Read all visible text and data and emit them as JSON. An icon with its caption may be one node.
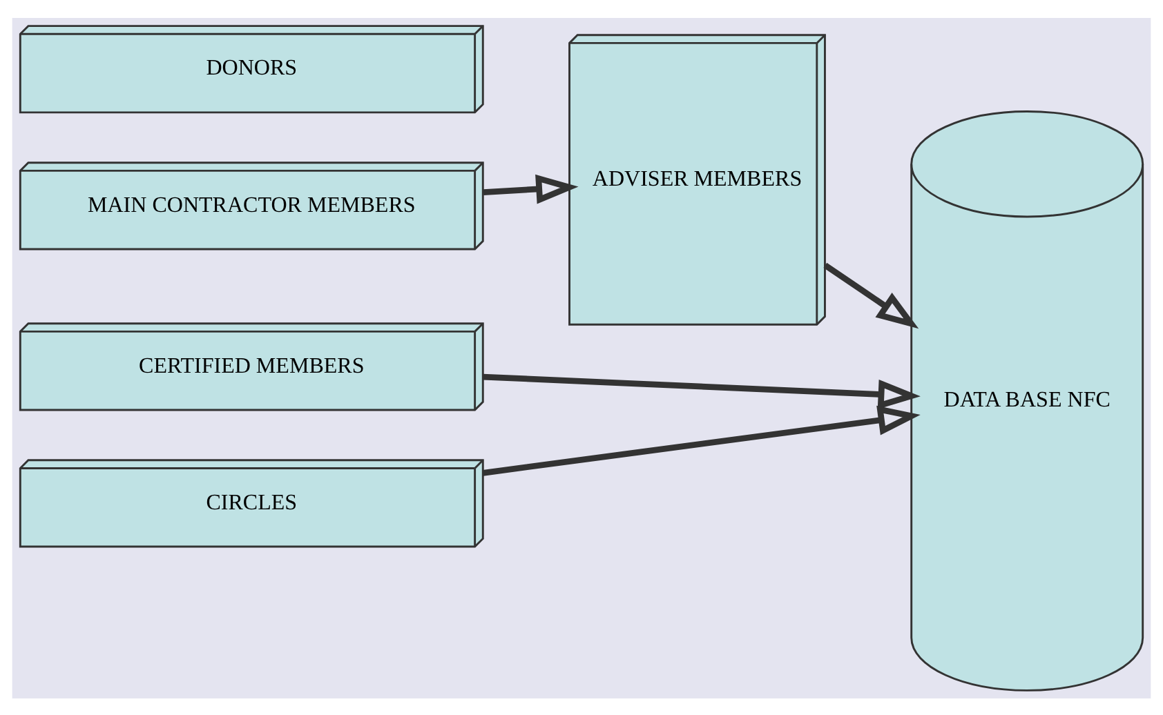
{
  "diagram": {
    "nodes": [
      {
        "text": [
          "DONORS"
        ]
      },
      {
        "text": [
          "MAIN CONTRACTOR MEMBERS"
        ]
      },
      {
        "text": [
          "CERTIFIED MEMBERS"
        ]
      },
      {
        "text": [
          "CIRCLES"
        ]
      },
      {
        "text": [
          "ADVISER MEMBERS"
        ]
      },
      {
        "text": [
          "DATA BASE NFC"
        ]
      }
    ],
    "edges": [
      {
        "from": 1,
        "to": 4,
        "arrow": "to"
      },
      {
        "from": 4,
        "to": 5,
        "arrow": "to"
      },
      {
        "from": 2,
        "to": 5,
        "arrow": "to"
      },
      {
        "from": 3,
        "to": 5,
        "arrow": "to"
      }
    ]
  }
}
